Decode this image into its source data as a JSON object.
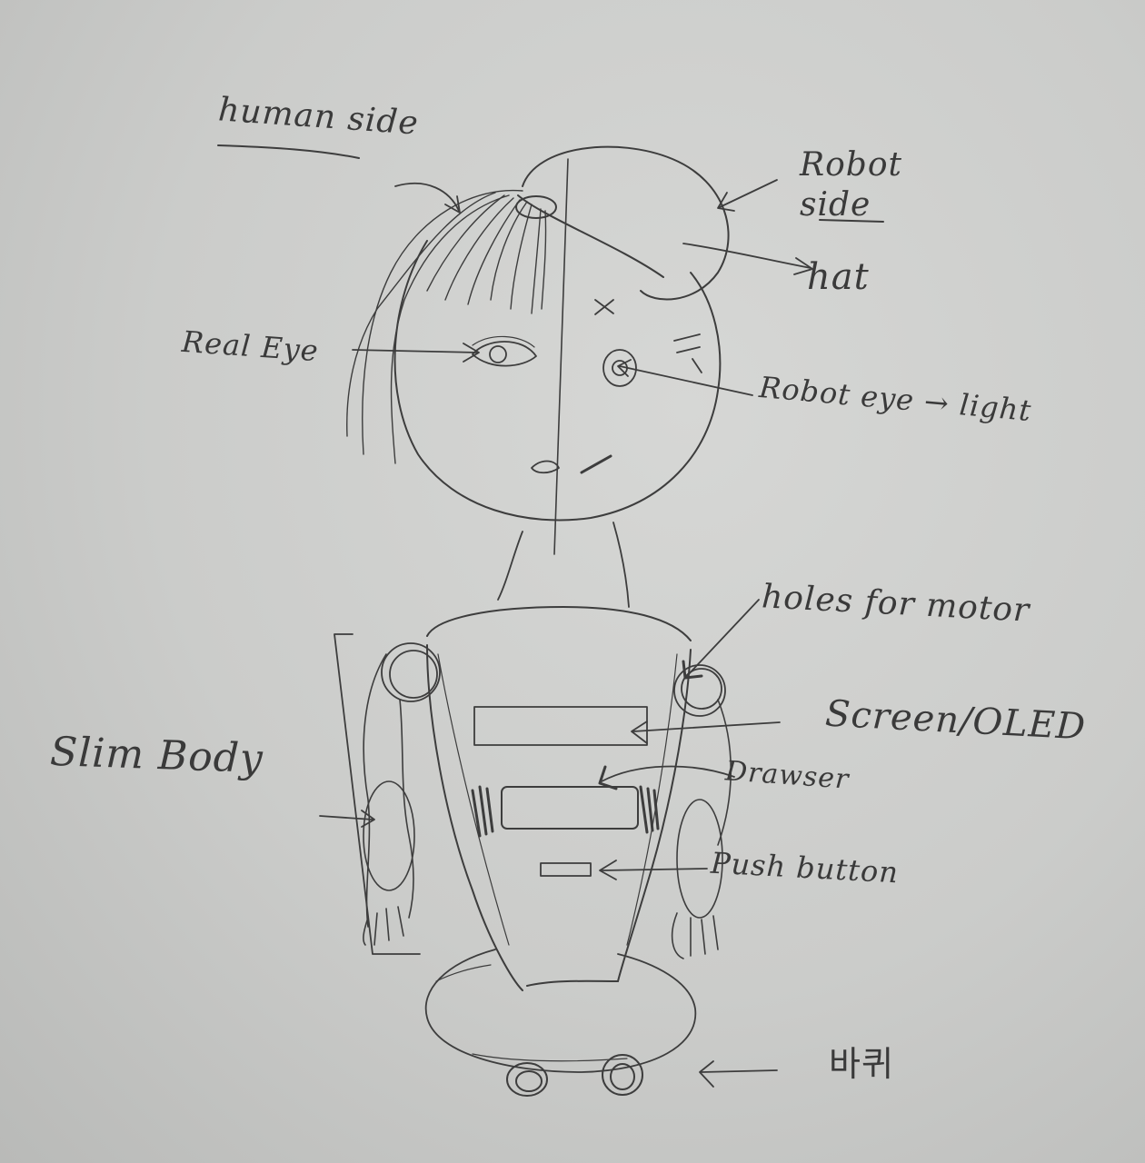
{
  "labels": {
    "human_side": "human side",
    "robot_side": "Robot side",
    "hat": "hat",
    "real_eye": "Real Eye",
    "robot_eye_light": "Robot eye → light",
    "holes_for_motor": "holes for motor",
    "screen_oled": "Screen/OLED",
    "drawer": "Drawser",
    "push_button": "Push button",
    "slim_body": "Slim Body",
    "wheels_korean": "바퀴"
  },
  "colors": {
    "paper": "#cbccca",
    "pencil": "#3a3a3a"
  }
}
